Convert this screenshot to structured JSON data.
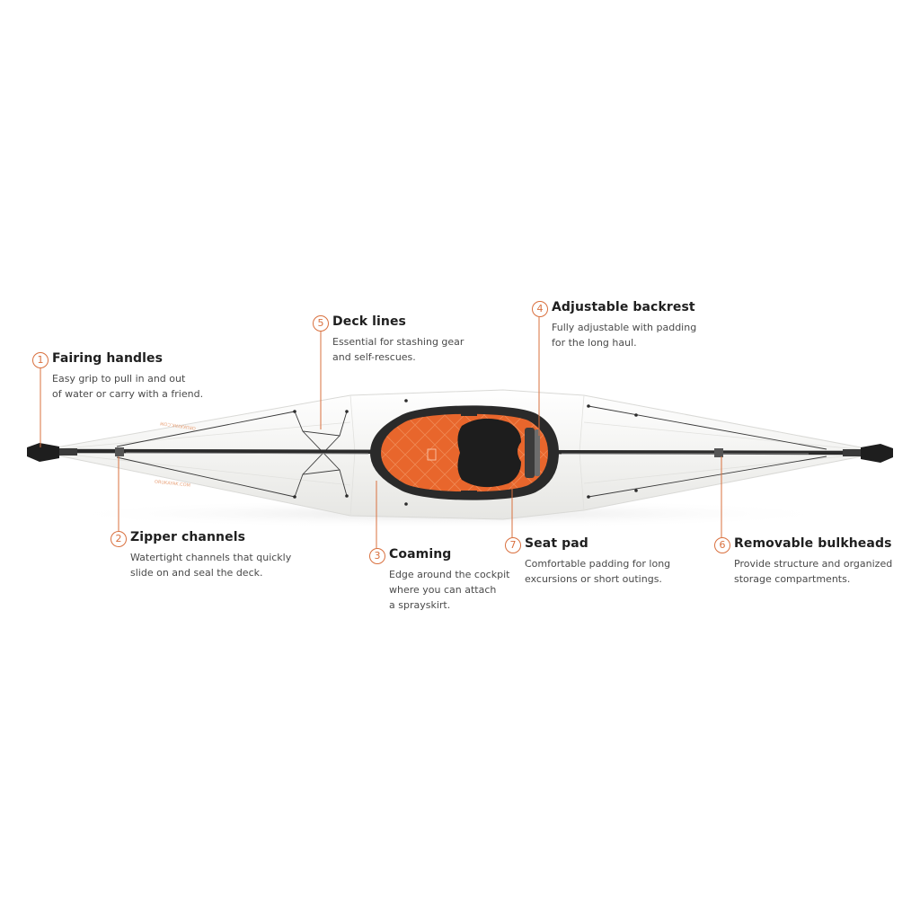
{
  "colors": {
    "accent": "#d9703e",
    "cockpit": "#e8662c",
    "hull": "#f4f4f2",
    "frame": "#2b2b2b",
    "seat": "#1d1d1d"
  },
  "kayak": {
    "deck_text_left": "ORUKAYAK.COM",
    "deck_text_right": "ORUKAYAK.COM"
  },
  "callouts": [
    {
      "number": "1",
      "title": "Fairing handles",
      "lines": [
        "Easy grip to pull in and out",
        "of water or carry with a friend."
      ]
    },
    {
      "number": "2",
      "title": "Zipper channels",
      "lines": [
        "Watertight channels that quickly",
        "slide on and seal the deck."
      ]
    },
    {
      "number": "3",
      "title": "Coaming",
      "lines": [
        "Edge around the cockpit",
        "where you can attach",
        "a sprayskirt."
      ]
    },
    {
      "number": "4",
      "title": "Adjustable backrest",
      "lines": [
        "Fully adjustable with padding",
        "for the long haul."
      ]
    },
    {
      "number": "5",
      "title": "Deck lines",
      "lines": [
        "Essential for stashing gear",
        "and self-rescues."
      ]
    },
    {
      "number": "6",
      "title": "Removable bulkheads",
      "lines": [
        "Provide structure and organized",
        "storage compartments."
      ]
    },
    {
      "number": "7",
      "title": "Seat pad",
      "lines": [
        "Comfortable padding for long",
        "excursions or short outings."
      ]
    }
  ]
}
